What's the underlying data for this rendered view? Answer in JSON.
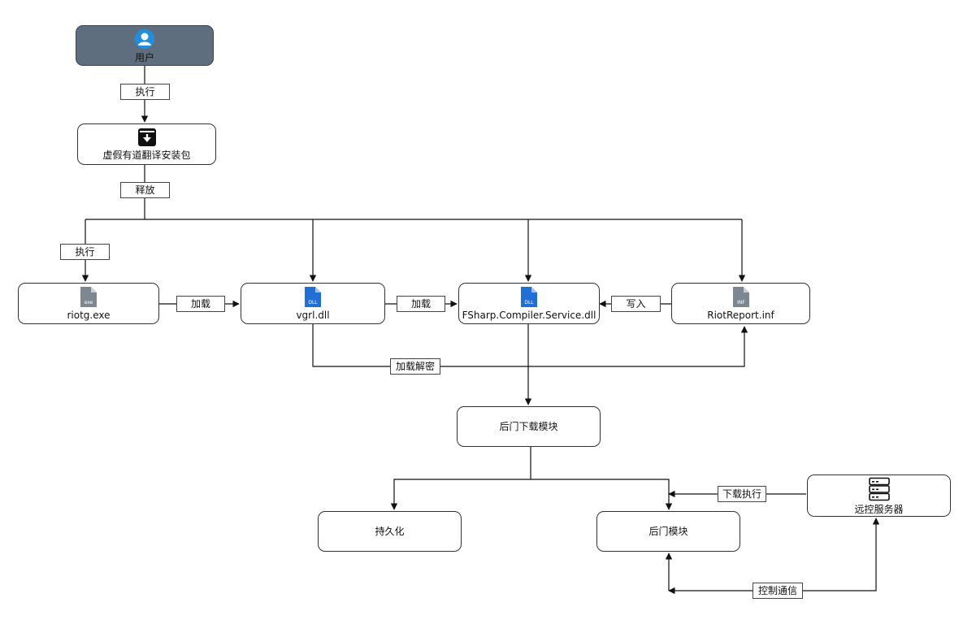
{
  "nodes": {
    "user": "用户",
    "installer": "虚假有道翻译安装包",
    "riotg": "riotg.exe",
    "vgrl": "vgrl.dll",
    "fsharp": "FSharp.Compiler.Service.dll",
    "riotreport": "RiotReport.inf",
    "downloader": "后门下载模块",
    "persistence": "持久化",
    "backdoor": "后门模块",
    "c2": "远控服务器"
  },
  "edges": {
    "execute_1": "执行",
    "release": "释放",
    "execute_2": "执行",
    "load_1": "加载",
    "load_2": "加载",
    "write": "写入",
    "load_decrypt": "加载解密",
    "download_execute": "下载执行",
    "control_comm": "控制通信"
  },
  "icons": {
    "user": "user-avatar-icon",
    "installer": "download-package-icon",
    "riotg": "exe-file-icon",
    "vgrl": "dll-file-icon",
    "fsharp": "dll-file-icon",
    "riotreport": "inf-file-icon",
    "c2": "server-icon"
  },
  "colors": {
    "user_fill": "#5f6e7e",
    "dll_icon": "#1f6fd6",
    "file_icon_gray": "#7d8792",
    "avatar": "#1e8fe0"
  }
}
